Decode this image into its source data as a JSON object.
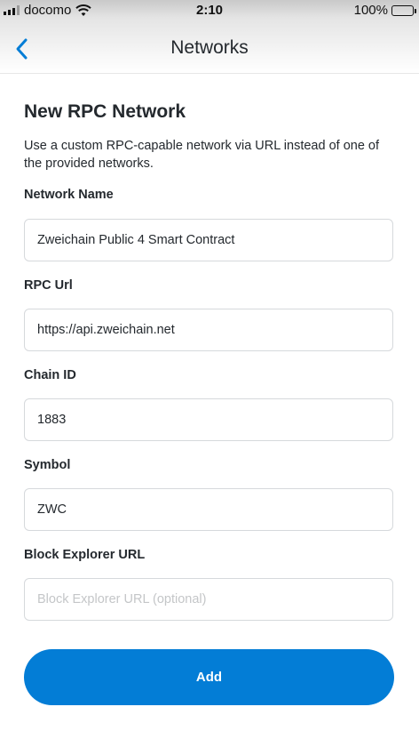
{
  "status_bar": {
    "carrier": "docomo",
    "time": "2:10",
    "battery": "100%"
  },
  "nav": {
    "title": "Networks",
    "back_icon": "chevron-left-icon"
  },
  "form": {
    "heading": "New RPC Network",
    "description": "Use a custom RPC-capable network via URL instead of one of the provided networks.",
    "fields": [
      {
        "label": "Network Name",
        "value": "Zweichain Public 4 Smart Contract",
        "placeholder": ""
      },
      {
        "label": "RPC Url",
        "value": "https://api.zweichain.net",
        "placeholder": ""
      },
      {
        "label": "Chain ID",
        "value": "1883",
        "placeholder": ""
      },
      {
        "label": "Symbol",
        "value": "ZWC",
        "placeholder": ""
      },
      {
        "label": "Block Explorer URL",
        "value": "",
        "placeholder": "Block Explorer URL (optional)"
      }
    ],
    "submit_label": "Add"
  },
  "colors": {
    "accent": "#037dd6",
    "border": "#d6d9dc",
    "text": "#24292e"
  }
}
